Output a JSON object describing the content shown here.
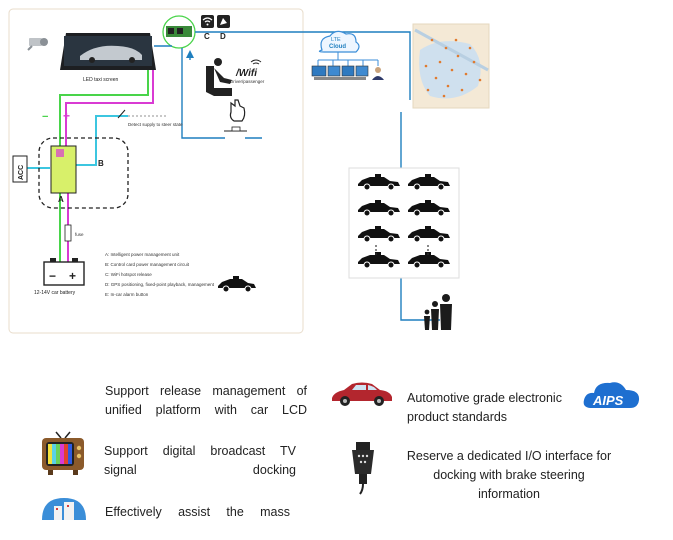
{
  "diagram": {
    "label_screen": "LED taxi screen",
    "label_c": "C",
    "label_d": "D",
    "label_cloud_line1": "LTE",
    "label_cloud_line2": "Cloud",
    "label_wifi": "/Wifi",
    "label_acc": "ACC",
    "label_a": "A",
    "label_b": "B",
    "label_minus": "−",
    "label_plus": "+",
    "label_battery": "12-14V car battery",
    "label_fuse": "fuse",
    "label_detect": "Detect supply to steer state",
    "label_passenger": "Driver/passenger",
    "legend": [
      "A: Intelligent power management unit",
      "B: Control card power management circuit",
      "C: WiFi hotspot release",
      "D: GPS positioning, fixed-point playback, management",
      "E: In-car alarm button"
    ]
  },
  "features": {
    "f1": "Support release management of unified platform with car LCD",
    "f2": "Support digital broadcast TV signal docking",
    "f3": "Effectively assist the mass",
    "f4": "Automotive grade electronic product standards",
    "f5": "Reserve a dedicated I/O interface for docking with brake steering information",
    "aips_badge": "AIPS"
  },
  "icons": [
    "camera-icon",
    "wifi-icon",
    "gps-icon",
    "cloud-icon",
    "monitor-icon",
    "person-icon",
    "seat-icon",
    "hand-icon",
    "map-image",
    "taxi-icon",
    "family-icon",
    "car-icon",
    "tv-icon",
    "connector-icon",
    "building-icon"
  ],
  "colors": {
    "wire_blue": "#1f7fbf",
    "wire_green": "#49d44a",
    "wire_magenta": "#d93bd3",
    "wire_cyan": "#3cc6e0",
    "box_yellow": "#d8f06a",
    "aips_blue": "#1e6fd0",
    "car_red": "#b3262e"
  }
}
